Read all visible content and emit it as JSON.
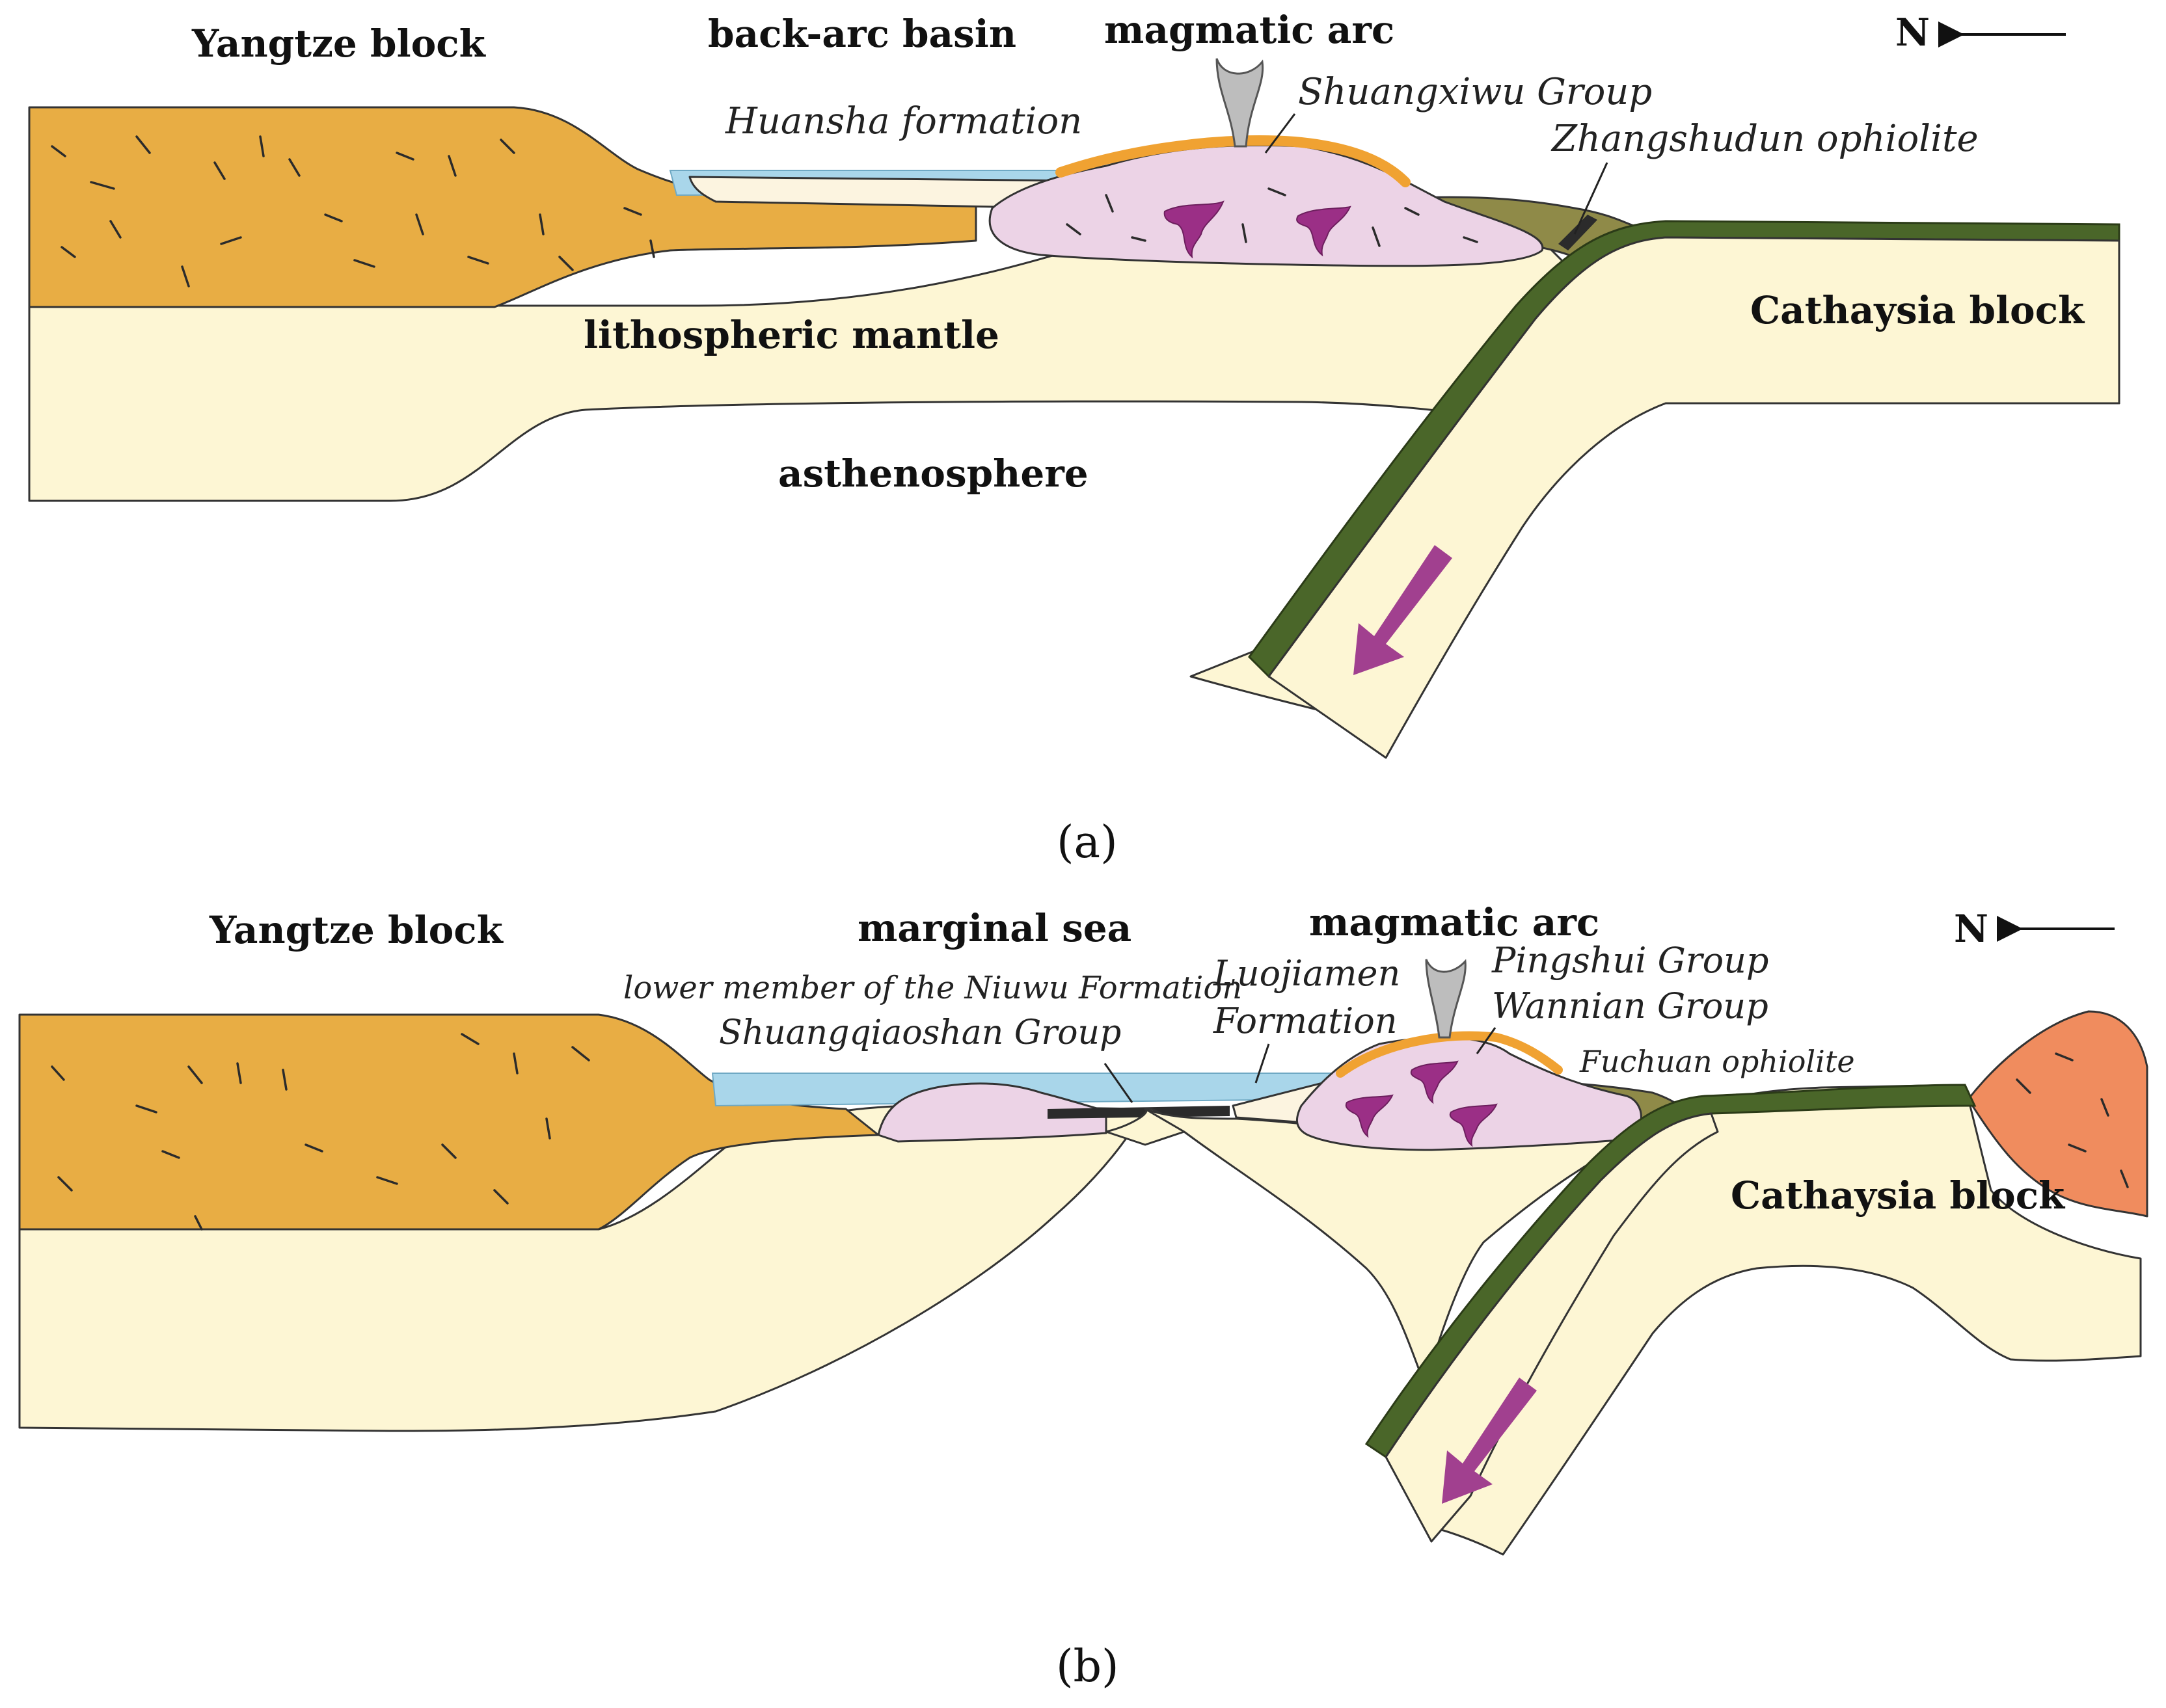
{
  "panel_a": {
    "caption": "(a)",
    "labels": {
      "yangtze": "Yangtze block",
      "basin": "back-arc basin",
      "arc": "magmatic arc",
      "north": "N",
      "huansha": "Huansha formation",
      "shuangxiwu": "Shuangxiwu Group",
      "zhangshudun": "Zhangshudun ophiolite",
      "cathaysia": "Cathaysia block",
      "mantle": "lithospheric mantle",
      "astheno": "asthenosphere"
    }
  },
  "panel_b": {
    "caption": "(b)",
    "labels": {
      "yangtze": "Yangtze block",
      "sea": "marginal sea",
      "arc": "magmatic arc",
      "north": "N",
      "niuwu": "lower member of the Niuwu Formation",
      "shuangqiaoshan": "Shuangqiaoshan Group",
      "luojiamen1": "Luojiamen",
      "luojiamen2": "Formation",
      "pingshui": "Pingshui Group",
      "wannian": "Wannian Group",
      "fuchuan": "Fuchuan ophiolite",
      "cathaysia": "Cathaysia block"
    }
  },
  "colors": {
    "crust": "#e8ad44",
    "mantle": "#fdf6d4",
    "slab": "#4a6629",
    "arc": "#ecd3e6",
    "pluton": "#9b2f86",
    "arrow": "#a1408f",
    "water": "#a9d6ea",
    "volcanic_cover": "#f0a232",
    "accretion": "#8f8a48",
    "cathaysia_crust": "#f08c5e",
    "volcano": "#bdbdbd"
  },
  "icons": {
    "north_arrow": "left-arrow-icon",
    "subduction_arrow": "down-left-arrow-icon",
    "volcano": "volcano-icon"
  }
}
